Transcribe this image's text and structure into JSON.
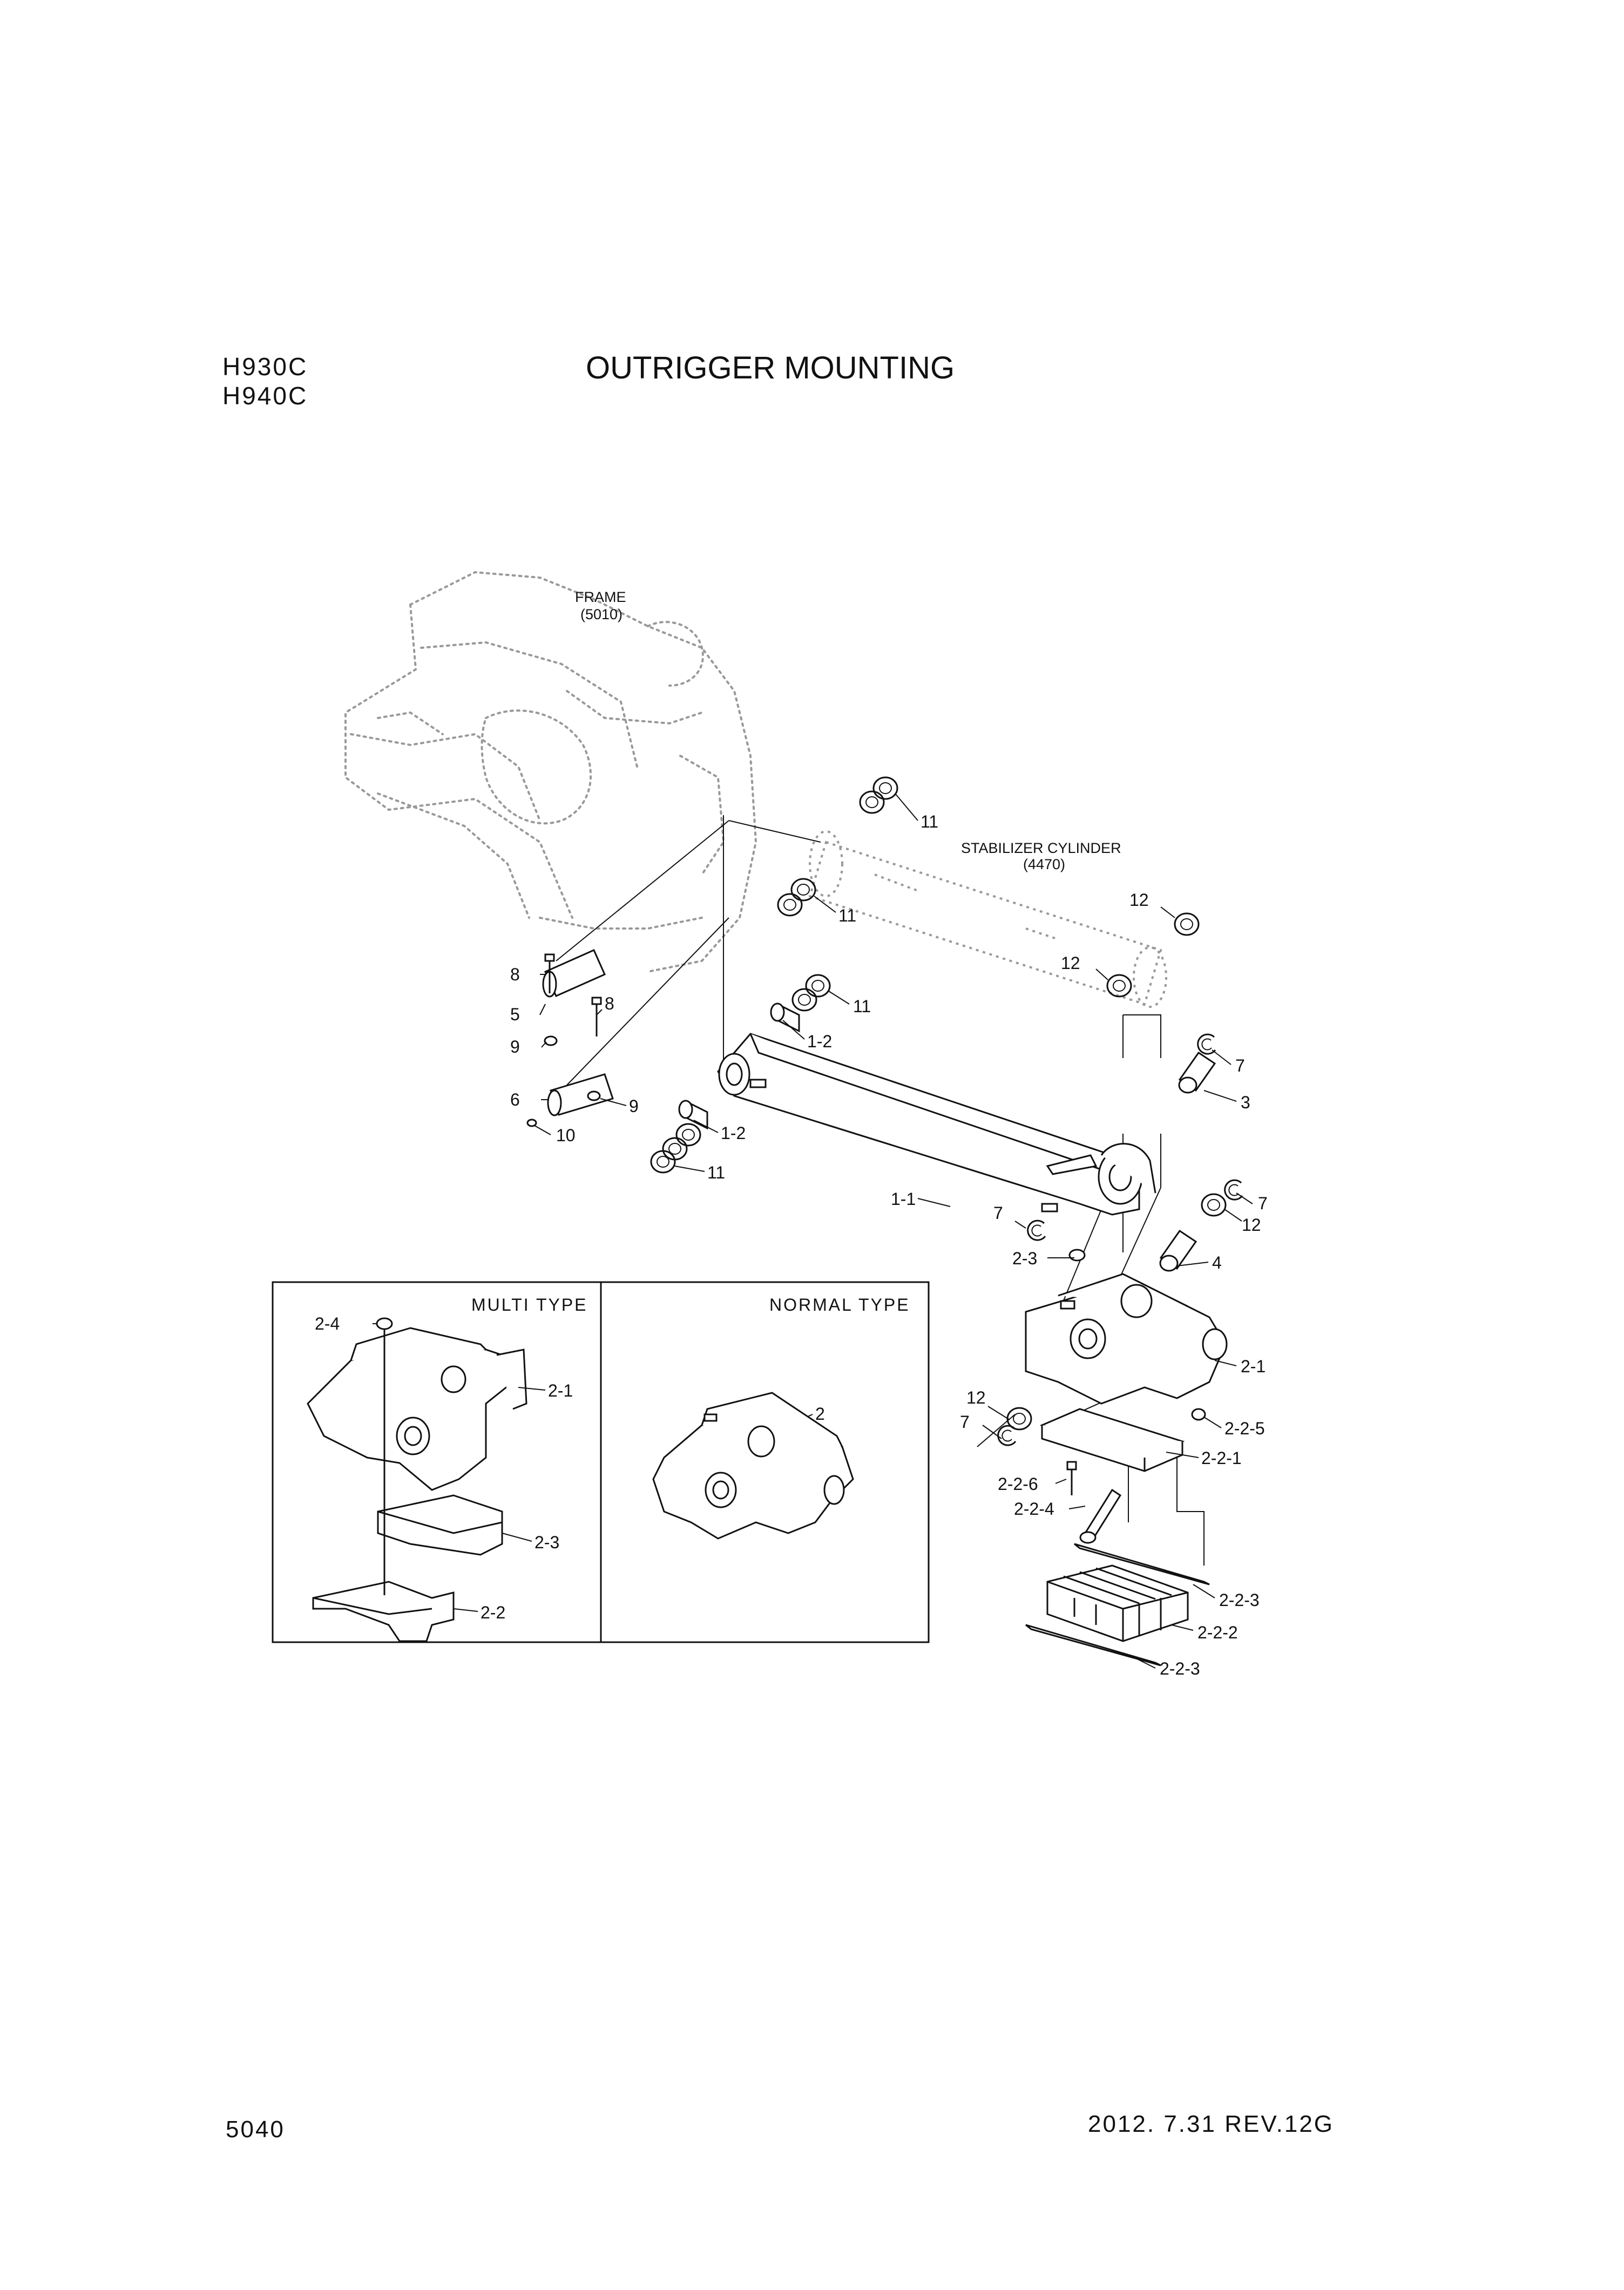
{
  "header": {
    "models": [
      "H930C",
      "H940C"
    ],
    "title": "OUTRIGGER MOUNTING"
  },
  "references": {
    "frame": {
      "name": "FRAME",
      "code": "(5010)"
    },
    "cylinder": {
      "name": "STABILIZER CYLINDER",
      "code": "(4470)"
    }
  },
  "callouts": {
    "c11a": "11",
    "c11b": "11",
    "c11c": "11",
    "c11d": "11",
    "c12a": "12",
    "c12b": "12",
    "c12c": "12",
    "c12d": "12",
    "c8a": "8",
    "c8b": "8",
    "c5": "5",
    "c6": "6",
    "c9a": "9",
    "c9b": "9",
    "c10": "10",
    "c1_2a": "1-2",
    "c1_2b": "1-2",
    "c1_1": "1-1",
    "c7a": "7",
    "c7b": "7",
    "c7c": "7",
    "c7d": "7",
    "c3": "3",
    "c4": "4",
    "c2_3": "2-3",
    "c2_1": "2-1",
    "c2_2_5": "2-2-5",
    "c2_2_1": "2-2-1",
    "c2_2_6": "2-2-6",
    "c2_2_4": "2-2-4",
    "c2_2_3a": "2-2-3",
    "c2_2_2": "2-2-2",
    "c2_2_3b": "2-2-3"
  },
  "inset": {
    "multi": {
      "title": "MULTI TYPE",
      "labels": {
        "c2_4": "2-4",
        "c2_1": "2-1",
        "c2_3": "2-3",
        "c2_2": "2-2"
      }
    },
    "normal": {
      "title": "NORMAL TYPE",
      "labels": {
        "c2": "2"
      }
    }
  },
  "footer": {
    "page": "5040",
    "revision": "2012. 7.31 REV.12G"
  }
}
